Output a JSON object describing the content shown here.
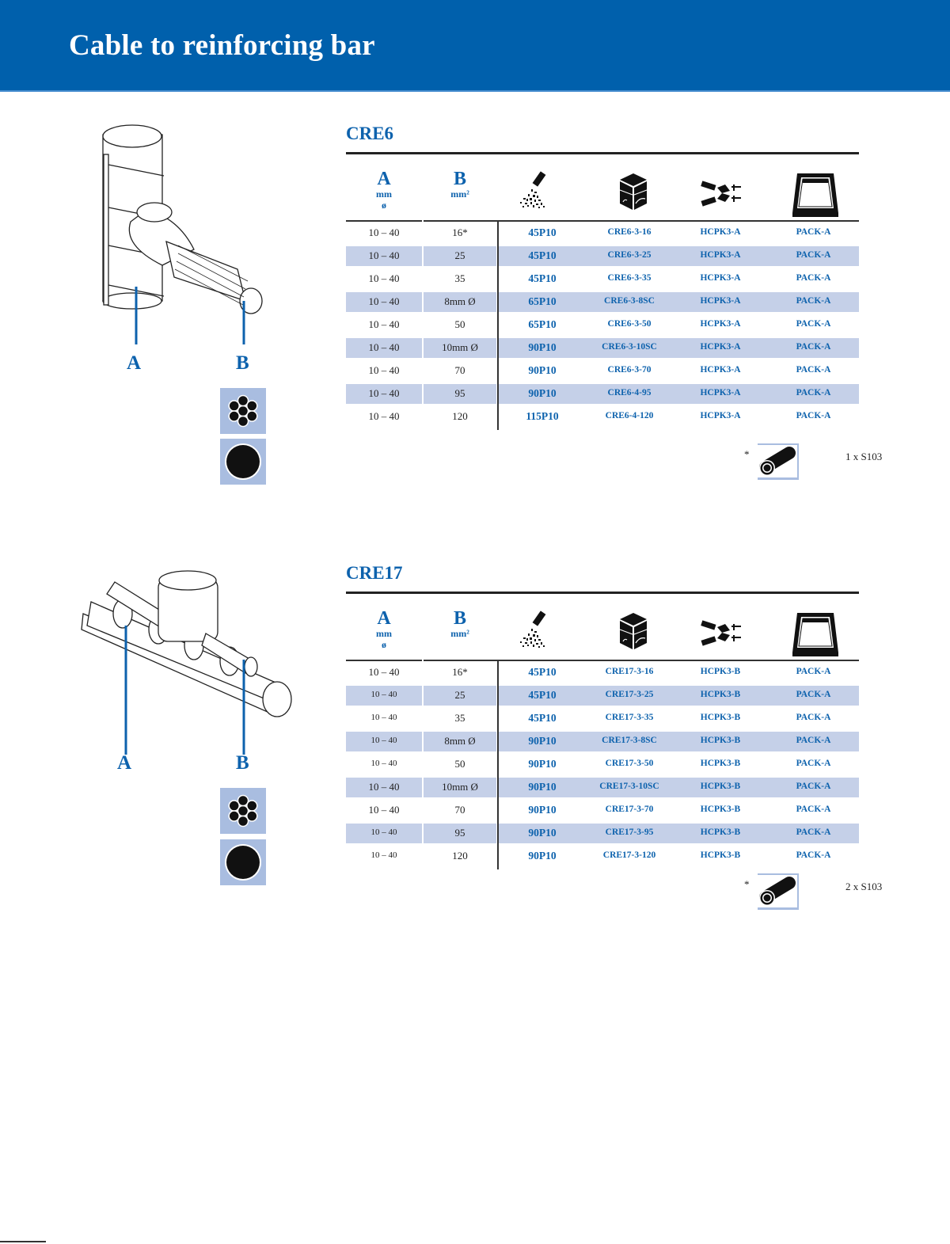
{
  "page": {
    "title": "Cable to reinforcing bar",
    "brand_color": "#0060ac",
    "accent_text_color": "#0d62ad",
    "row_shade_color": "#c5d0e8"
  },
  "legend": {
    "label_a": "A",
    "label_b": "B",
    "swatches": [
      "stranded-conductor-icon",
      "solid-conductor-icon"
    ]
  },
  "table_header": {
    "col_a_letter": "A",
    "col_a_unit": "mm",
    "col_a_symbol": "ø",
    "col_b_letter": "B",
    "col_b_unit": "mm²",
    "icons": [
      "weld-metal-cartridge-icon",
      "graphite-mould-icon",
      "handle-clamp-icon",
      "pack-tray-icon"
    ]
  },
  "products": [
    {
      "name": "CRE6",
      "rows": [
        {
          "a": "10 – 40",
          "b": "16*",
          "cartridge": "45P10",
          "mould": "CRE6-3-16",
          "clamp": "HCPK3-A",
          "pack": "PACK-A"
        },
        {
          "a": "10 – 40",
          "b": "25",
          "cartridge": "45P10",
          "mould": "CRE6-3-25",
          "clamp": "HCPK3-A",
          "pack": "PACK-A"
        },
        {
          "a": "10 – 40",
          "b": "35",
          "cartridge": "45P10",
          "mould": "CRE6-3-35",
          "clamp": "HCPK3-A",
          "pack": "PACK-A"
        },
        {
          "a": "10 – 40",
          "b": "8mm Ø",
          "cartridge": "65P10",
          "mould": "CRE6-3-8SC",
          "clamp": "HCPK3-A",
          "pack": "PACK-A"
        },
        {
          "a": "10 – 40",
          "b": "50",
          "cartridge": "65P10",
          "mould": "CRE6-3-50",
          "clamp": "HCPK3-A",
          "pack": "PACK-A"
        },
        {
          "a": "10 – 40",
          "b": "10mm Ø",
          "cartridge": "90P10",
          "mould": "CRE6-3-10SC",
          "clamp": "HCPK3-A",
          "pack": "PACK-A"
        },
        {
          "a": "10 – 40",
          "b": "70",
          "cartridge": "90P10",
          "mould": "CRE6-3-70",
          "clamp": "HCPK3-A",
          "pack": "PACK-A"
        },
        {
          "a": "10 – 40",
          "b": "95",
          "cartridge": "90P10",
          "mould": "CRE6-4-95",
          "clamp": "HCPK3-A",
          "pack": "PACK-A"
        },
        {
          "a": "10 – 40",
          "b": "120",
          "cartridge": "115P10",
          "mould": "CRE6-4-120",
          "clamp": "HCPK3-A",
          "pack": "PACK-A"
        }
      ],
      "footnote": {
        "marker": "*",
        "icon": "sleeve-tube-icon",
        "quantity": "1 x S103"
      }
    },
    {
      "name": "CRE17",
      "rows": [
        {
          "a": "10 – 40",
          "b": "16*",
          "cartridge": "45P10",
          "mould": "CRE17-3-16",
          "clamp": "HCPK3-B",
          "pack": "PACK-A"
        },
        {
          "a": "10 – 40",
          "b": "25",
          "cartridge": "45P10",
          "mould": "CRE17-3-25",
          "clamp": "HCPK3-B",
          "pack": "PACK-A"
        },
        {
          "a": "10 – 40",
          "b": "35",
          "cartridge": "45P10",
          "mould": "CRE17-3-35",
          "clamp": "HCPK3-B",
          "pack": "PACK-A"
        },
        {
          "a": "10 – 40",
          "b": "8mm Ø",
          "cartridge": "90P10",
          "mould": "CRE17-3-8SC",
          "clamp": "HCPK3-B",
          "pack": "PACK-A"
        },
        {
          "a": "10 – 40",
          "b": "50",
          "cartridge": "90P10",
          "mould": "CRE17-3-50",
          "clamp": "HCPK3-B",
          "pack": "PACK-A"
        },
        {
          "a": "10 – 40",
          "b": "10mm Ø",
          "cartridge": "90P10",
          "mould": "CRE17-3-10SC",
          "clamp": "HCPK3-B",
          "pack": "PACK-A"
        },
        {
          "a": "10 – 40",
          "b": "70",
          "cartridge": "90P10",
          "mould": "CRE17-3-70",
          "clamp": "HCPK3-B",
          "pack": "PACK-A"
        },
        {
          "a": "10 – 40",
          "b": "95",
          "cartridge": "90P10",
          "mould": "CRE17-3-95",
          "clamp": "HCPK3-B",
          "pack": "PACK-A"
        },
        {
          "a": "10 – 40",
          "b": "120",
          "cartridge": "90P10",
          "mould": "CRE17-3-120",
          "clamp": "HCPK3-B",
          "pack": "PACK-A"
        }
      ],
      "footnote": {
        "marker": "*",
        "icon": "sleeve-tube-icon",
        "quantity": "2 x S103"
      }
    }
  ]
}
